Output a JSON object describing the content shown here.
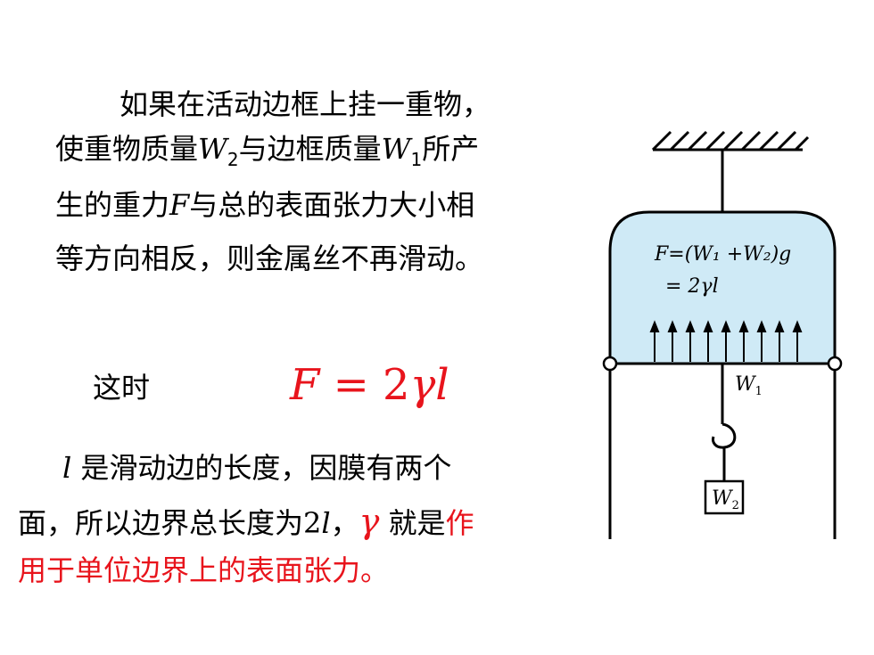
{
  "paragraph1": {
    "line1": "如果在活动边框上挂一重物，",
    "line2_a": "使重物质量",
    "w": "W",
    "sub2": "2",
    "line2_b": "与边框质量",
    "sub1": "1",
    "line2_c": "所产",
    "line3_a": "生的重力",
    "F": "F",
    "line3_b": "与总的表面张力大小相",
    "line4": "等方向相反，则金属丝不再滑动。"
  },
  "then_label": "这时",
  "formula": {
    "lhs": "F",
    "eq": " = 2",
    "gamma": "γ",
    "l": "l"
  },
  "paragraph2": {
    "l": "l",
    "line1_b": " 是滑动边的长度，因膜有两个",
    "line2_a": "面，所以边界总长度为",
    "two": "2",
    "line2_b": "，",
    "gamma": "γ",
    "line2_c": " 就是",
    "line2_red": "作",
    "line3_red": "用于单位边界上的表面张力。"
  },
  "diagram": {
    "eq_line1": "F=(W₁ +W₂)g",
    "eq_line2": "= 2γl",
    "w1_label": "W",
    "w1_sub": "1",
    "w2_label": "W",
    "w2_sub": "2",
    "colors": {
      "film": "#cfeaf6",
      "stroke": "#000000"
    }
  },
  "colors": {
    "highlight": "#e8141c"
  }
}
